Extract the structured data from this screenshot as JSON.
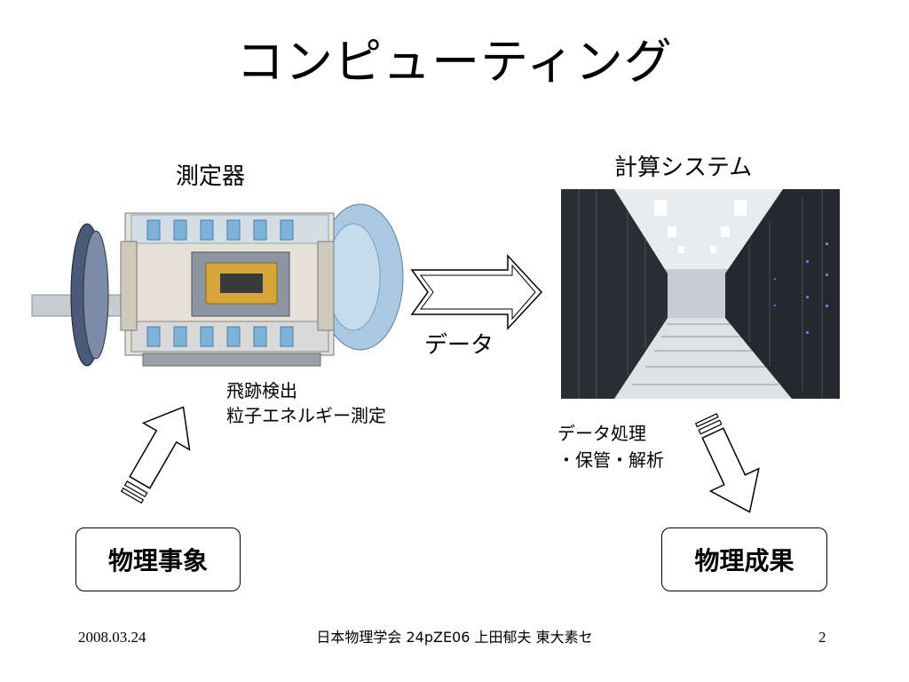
{
  "slide": {
    "title": "コンピューティング",
    "detector_label": "測定器",
    "computing_label": "計算システム",
    "data_arrow_label": "データ",
    "detector_caption": [
      "飛跡検出",
      "粒子エネルギー測定"
    ],
    "processing_caption": [
      "データ処理",
      "・保管・解析"
    ],
    "box_left": "物理事象",
    "box_right": "物理成果"
  },
  "footer": {
    "date": "2008.03.24",
    "center": "日本物理学会 24pZE06 上田郁夫 東大素セ",
    "page": "2"
  }
}
